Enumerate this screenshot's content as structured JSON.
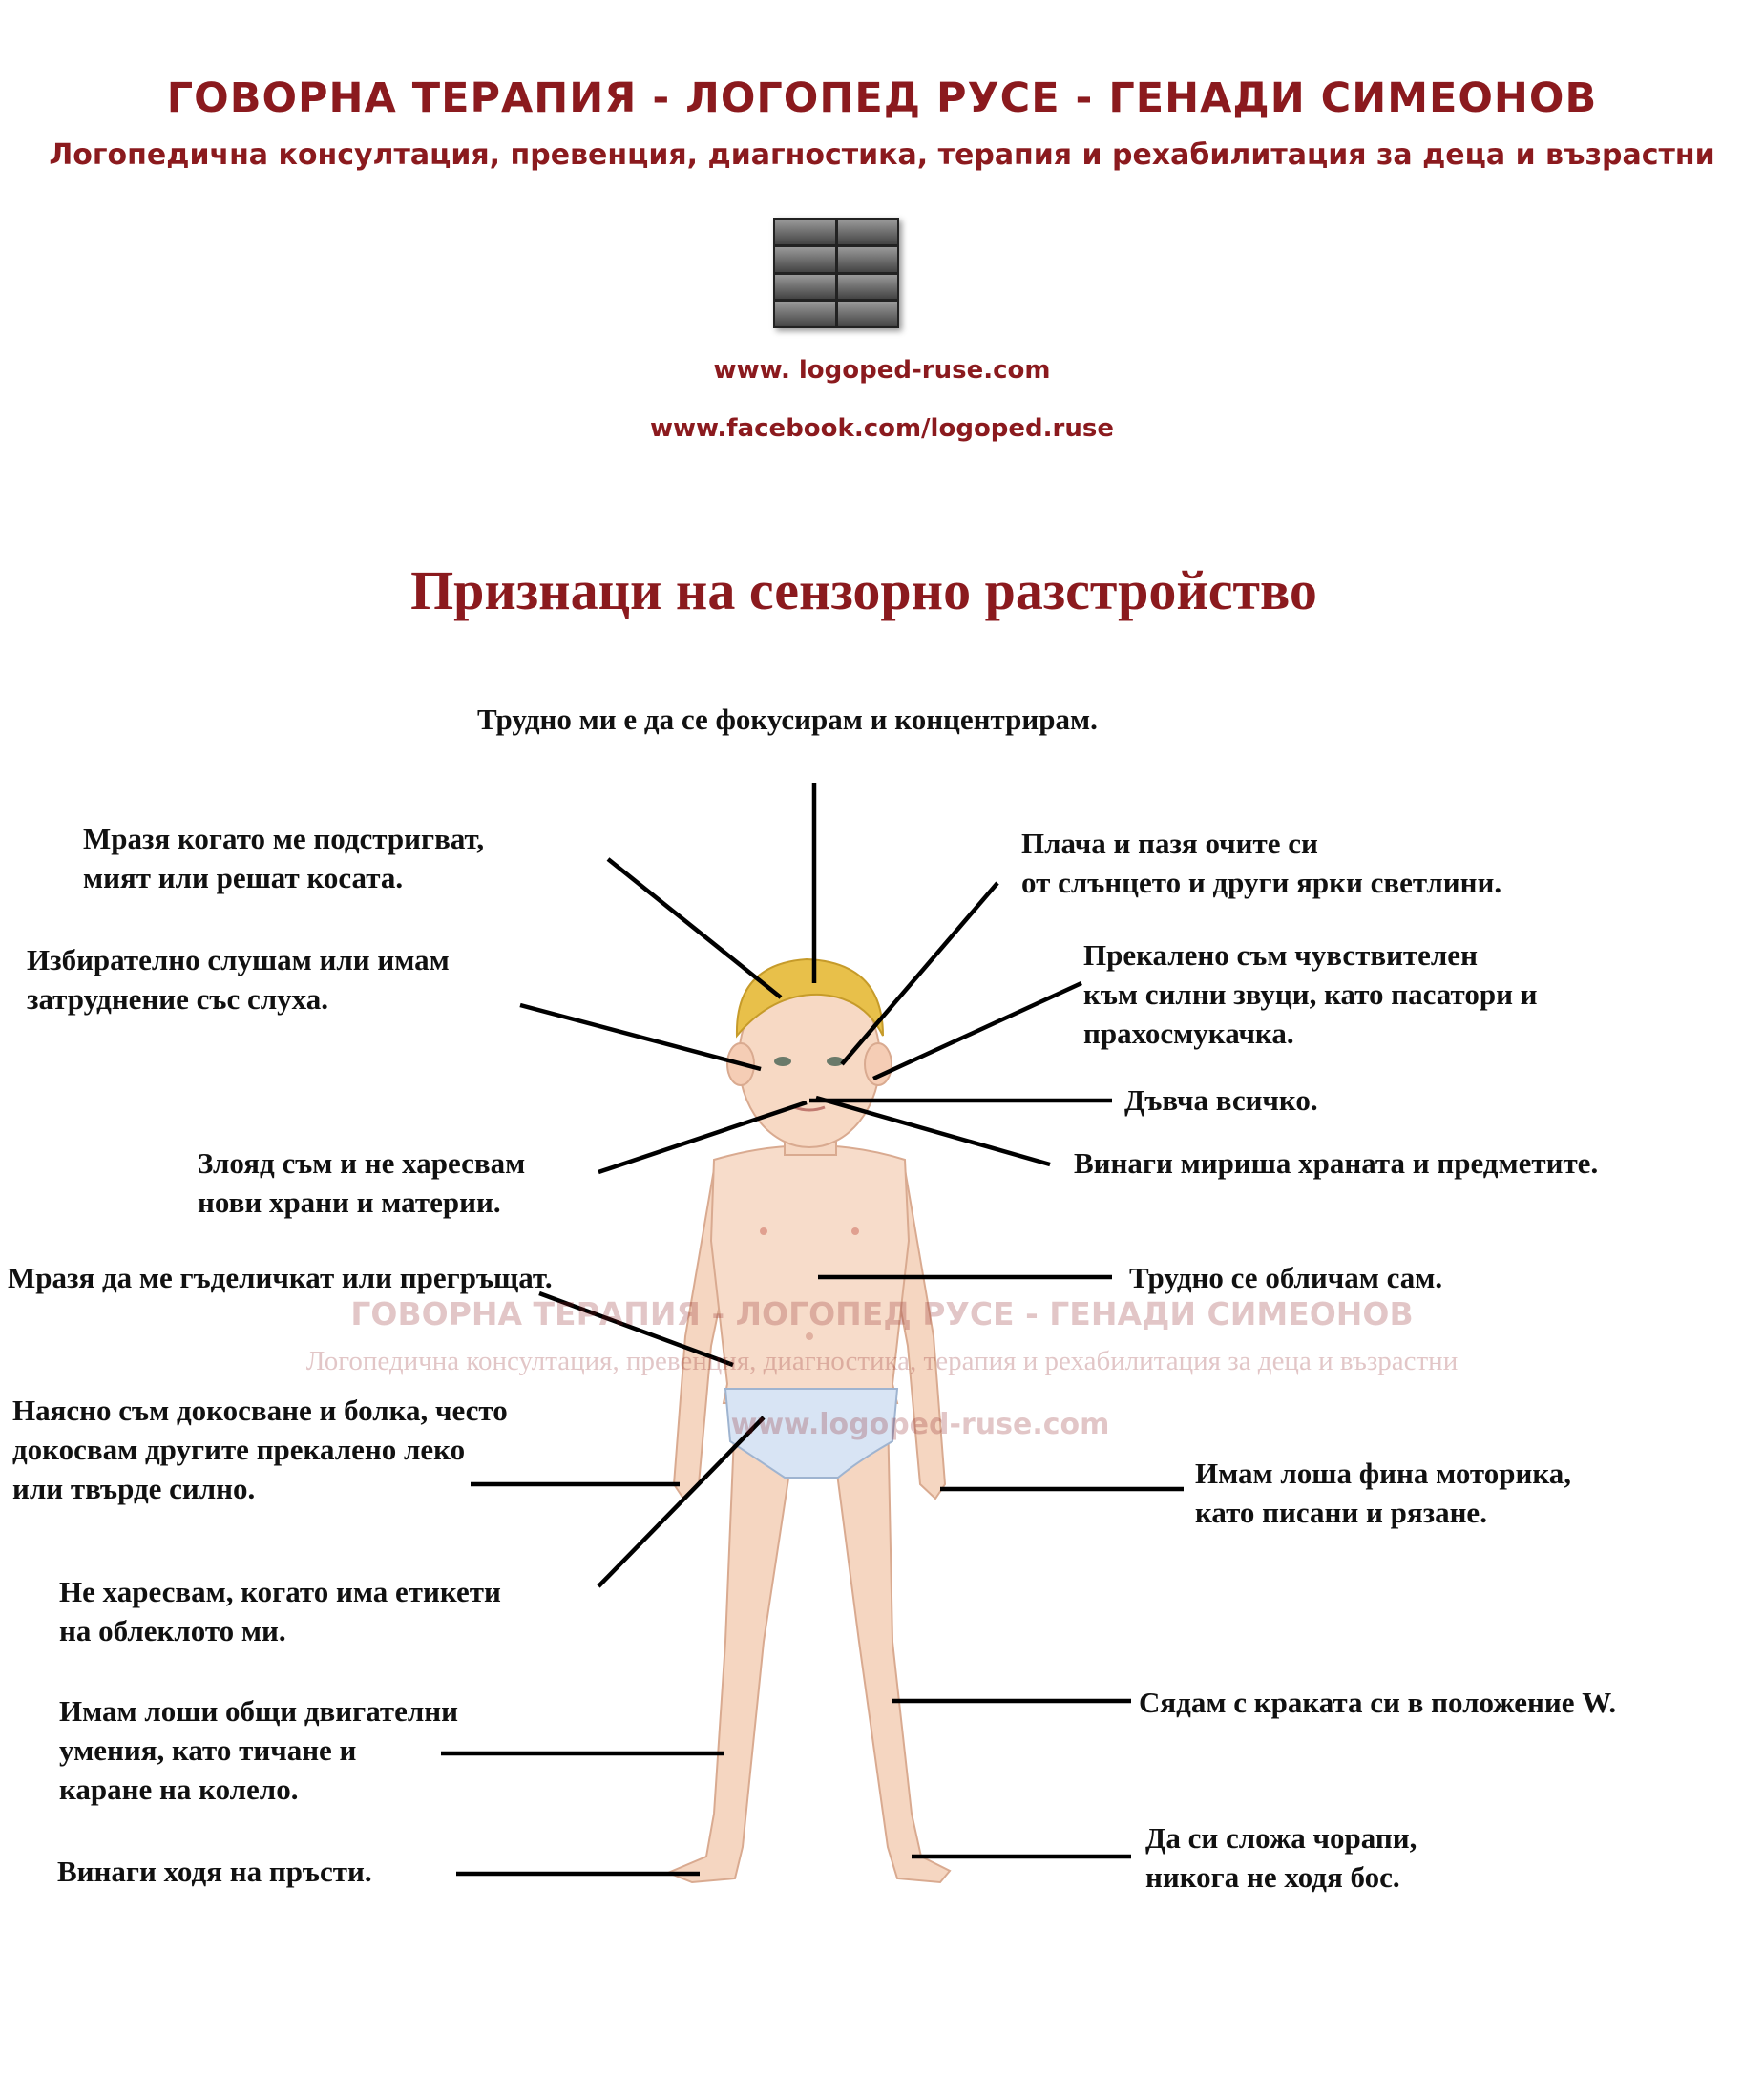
{
  "header": {
    "title": "ГОВОРНА ТЕРАПИЯ - ЛОГОПЕД РУСЕ - ГЕНАДИ СИМЕОНОВ",
    "subtitle": "Логопедична консултация, превенция, диагностика, терапия и рехабилитация за деца и възрастни",
    "website": "www. logoped-ruse.com",
    "facebook": "www.facebook.com/logoped.ruse"
  },
  "diagram": {
    "title": "Признаци на сензорно разстройство",
    "labels": {
      "focus": "Трудно ми е да се фокусирам и концентрирам.",
      "hair": "Мразя когато ме подстригват,\nмият или решат косата.",
      "eyes": "Плача и пазя очите си\nот слънцето и други ярки светлини.",
      "hearing": "Избирателно слушам или имам\nзатруднение със слуха.",
      "sounds": "Прекалено съм чувствителен\nкъм силни звуци, като пасатори и\nпрахосмукачка.",
      "chew": "Дъвча всичко.",
      "smell": "Винаги мириша храната и предметите.",
      "picky": "Злояд съм и не харесвам\nнови храни и материи.",
      "tickle": "Мразя да ме гъделичкат или прегръщат.",
      "dress": "Трудно се обличам сам.",
      "touch": "Наясно съм докосване и болка, често\nдокосвам другите прекалено леко\nили твърде силно.",
      "fine_motor": "Имам лоша фина моторика,\nкато писани и рязане.",
      "tags": "Не харесвам, когато има етикети\nна облеклото ми.",
      "w_sit": "Сядам с краката си в положение W.",
      "gross_motor": "Имам лоши общи двигателни\nумения, като тичане и\nкаране на колело.",
      "socks": "Да си сложа чорапи,\nникога не ходя бос.",
      "toes": "Винаги ходя на пръсти."
    }
  },
  "watermark": {
    "title": "ГОВОРНА ТЕРАПИЯ - ЛОГОПЕД РУСЕ - ГЕНАДИ СИМЕОНОВ",
    "subtitle": "Логопедична консултация, превенция, диагностика, терапия и рехабилитация за деца и възрастни",
    "website": "www.logoped-ruse.com"
  },
  "colors": {
    "accent": "#8b1a1e",
    "skin": "#f7d9c4",
    "hair": "#e8c04a",
    "briefs": "#d8e4f4"
  }
}
